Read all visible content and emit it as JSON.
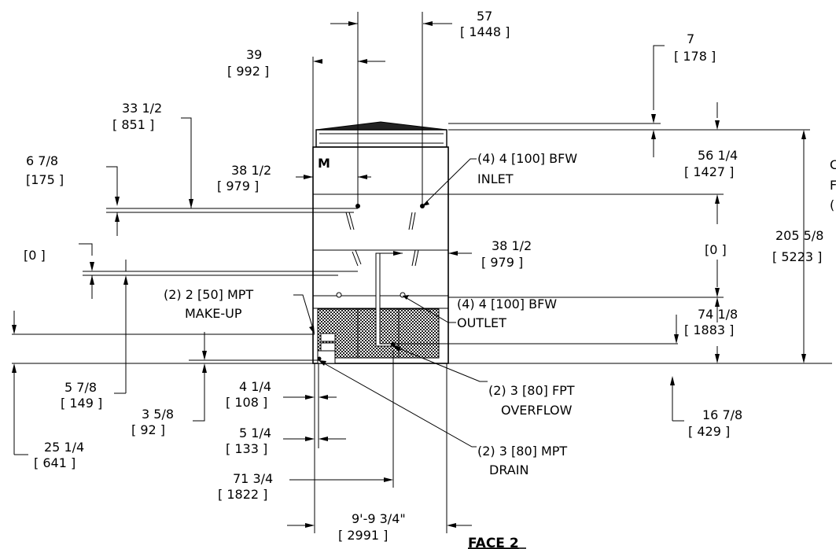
{
  "title": "FACE 2",
  "dimensions": {
    "d57": [
      "57",
      "[ 1448 ]"
    ],
    "d39": [
      "39",
      "[ 992 ]"
    ],
    "d7": [
      "7",
      "[ 178 ]"
    ],
    "d33": [
      "33 1/2",
      "[ 851 ]"
    ],
    "d6": [
      "6 7/8",
      "[175 ]"
    ],
    "d38a": [
      "38 1/2",
      "[ 979 ]"
    ],
    "d56": [
      "56 1/4",
      "[ 1427 ]"
    ],
    "d38b": [
      "38 1/2",
      "[ 979 ]"
    ],
    "d0left": [
      "[0 ]"
    ],
    "d0right": [
      "[0 ]"
    ],
    "d205": [
      "205 5/8",
      "[ 5223 ]"
    ],
    "d74": [
      "74 1/8",
      "[ 1883 ]"
    ],
    "d5_78": [
      "5 7/8",
      "[ 149 ]"
    ],
    "d4_14": [
      "4 1/4",
      "[ 108 ]"
    ],
    "d3_58": [
      "3 5/8",
      "[ 92 ]"
    ],
    "d16": [
      "16 7/8",
      "[ 429 ]"
    ],
    "d5_14": [
      "5 1/4",
      "[ 133 ]"
    ],
    "d25": [
      "25 1/4",
      "[ 641 ]"
    ],
    "d71": [
      "71 3/4",
      "[ 1822 ]"
    ],
    "d9ft": [
      "9'-9 3/4\"",
      "[ 2991 ]"
    ]
  },
  "callouts": {
    "bfw_inlet": [
      "(4) 4 [100] BFW",
      "INLET"
    ],
    "bfw_outlet": [
      "(4) 4 [100] BFW",
      "OUTLET"
    ],
    "makeup": [
      "(2) 2 [50] MPT",
      "MAKE-UP"
    ],
    "overflow": [
      "(2) 3 [80] FPT",
      "OVERFLOW"
    ],
    "drain": [
      "(2) 3 [80] MPT",
      "DRAIN"
    ]
  },
  "cut_off_text": [
    "C",
    "F",
    "("
  ],
  "logo": "M"
}
